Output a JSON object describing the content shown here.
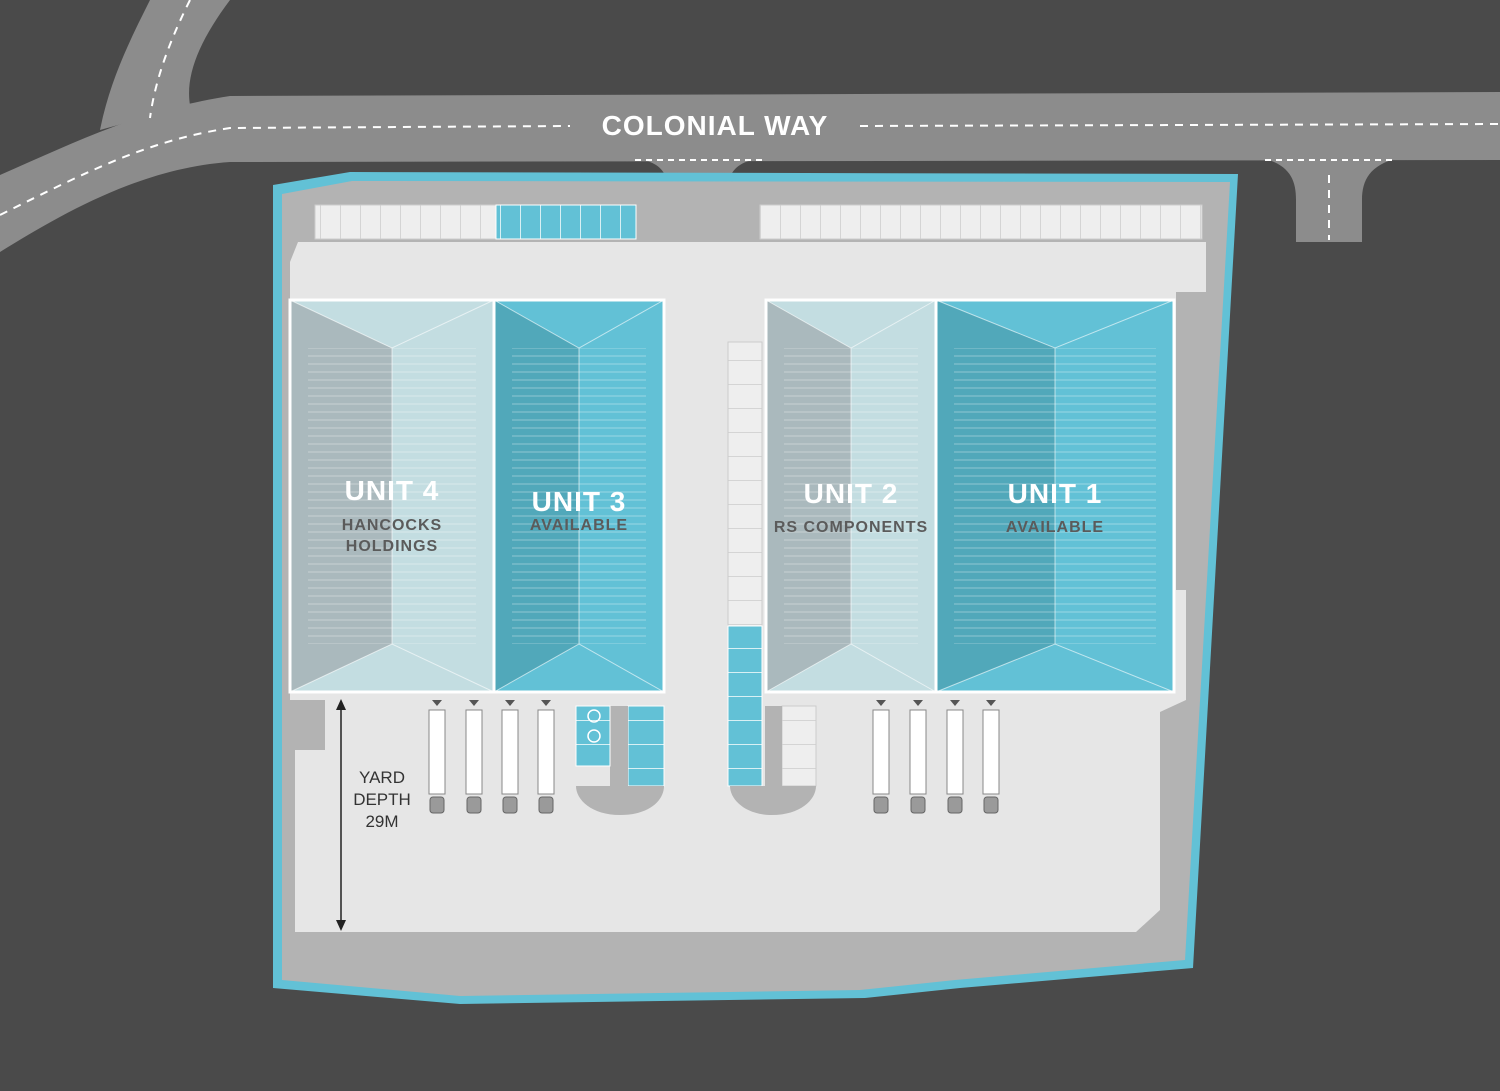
{
  "road": {
    "name": "COLONIAL WAY"
  },
  "units": [
    {
      "id": "unit-4",
      "name": "UNIT 4",
      "status_line1": "HANCOCKS",
      "status_line2": "HOLDINGS",
      "state": "occupied"
    },
    {
      "id": "unit-3",
      "name": "UNIT 3",
      "status_line1": "AVAILABLE",
      "status_line2": "",
      "state": "available"
    },
    {
      "id": "unit-2",
      "name": "UNIT 2",
      "status_line1": "RS COMPONENTS",
      "status_line2": "",
      "state": "occupied"
    },
    {
      "id": "unit-1",
      "name": "UNIT 1",
      "status_line1": "AVAILABLE",
      "status_line2": "",
      "state": "available"
    }
  ],
  "yard": {
    "line1": "YARD",
    "line2": "DEPTH",
    "line3": "29M"
  },
  "colors": {
    "background": "#4a4a4a",
    "road": "#8c8c8c",
    "site_boundary": "#62c1d6",
    "site_verge": "#b3b3b3",
    "yard": "#e6e6e6",
    "available": "#62c1d6",
    "occupied": "#c3dde1",
    "label_light": "#ffffff",
    "label_dark": "#5b5b5b"
  },
  "icons": [
    "ev-charger-icon",
    "truck-icon",
    "dimension-arrow-icon"
  ]
}
